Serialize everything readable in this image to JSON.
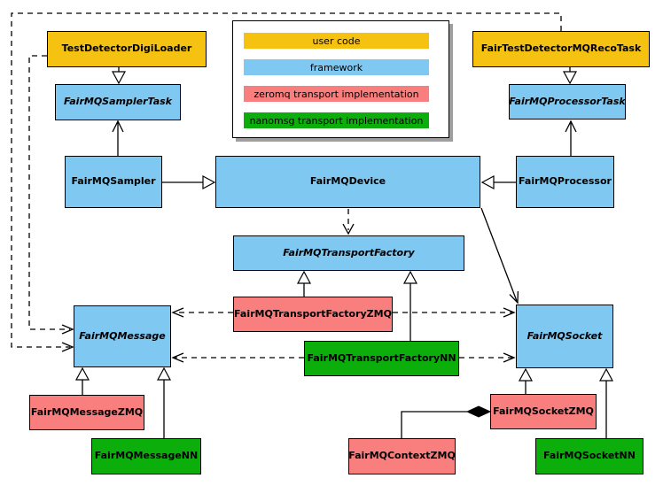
{
  "colors": {
    "user_code": "#F5C211",
    "framework": "#7EC8F1",
    "zeromq": "#F97E7E",
    "nanomsg": "#0CAE0C",
    "line": "#000000",
    "legend_shadow": "#9e9e9e"
  },
  "legend": {
    "items": [
      {
        "label": "user code",
        "color": "#F5C211"
      },
      {
        "label": "framework",
        "color": "#7EC8F1"
      },
      {
        "label": "zeromq transport implementation",
        "color": "#F97E7E"
      },
      {
        "label": "nanomsg transport implementation",
        "color": "#0CAE0C"
      }
    ]
  },
  "nodes": {
    "digiloader": {
      "label": "TestDetectorDigiLoader",
      "category": "user_code"
    },
    "recotask": {
      "label": "FairTestDetectorMQRecoTask",
      "category": "user_code"
    },
    "samplertask": {
      "label": "FairMQSamplerTask",
      "category": "framework"
    },
    "processortask": {
      "label": "FairMQProcessorTask",
      "category": "framework"
    },
    "sampler": {
      "label": "FairMQSampler",
      "category": "framework"
    },
    "device": {
      "label": "FairMQDevice",
      "category": "framework"
    },
    "processor": {
      "label": "FairMQProcessor",
      "category": "framework"
    },
    "transportfactory": {
      "label": "FairMQTransportFactory",
      "category": "framework"
    },
    "transportfactoryzmq": {
      "label": "FairMQTransportFactoryZMQ",
      "category": "zeromq"
    },
    "transportfactorynn": {
      "label": "FairMQTransportFactoryNN",
      "category": "nanomsg"
    },
    "message": {
      "label": "FairMQMessage",
      "category": "framework"
    },
    "socket": {
      "label": "FairMQSocket",
      "category": "framework"
    },
    "messagezmq": {
      "label": "FairMQMessageZMQ",
      "category": "zeromq"
    },
    "messagenn": {
      "label": "FairMQMessageNN",
      "category": "nanomsg"
    },
    "socketzmq": {
      "label": "FairMQSocketZMQ",
      "category": "zeromq"
    },
    "contextzmq": {
      "label": "FairMQContextZMQ",
      "category": "zeromq"
    },
    "socketnn": {
      "label": "FairMQSocketNN",
      "category": "nanomsg"
    }
  }
}
